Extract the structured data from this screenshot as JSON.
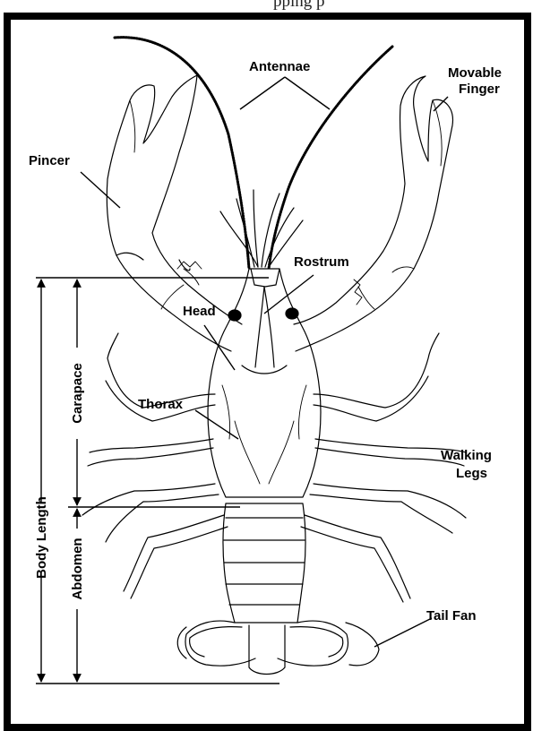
{
  "page_fragment": "pping       p",
  "labels": {
    "antennae": "Antennae",
    "movable_finger_1": "Movable",
    "movable_finger_2": "Finger",
    "pincer": "Pincer",
    "rostrum": "Rostrum",
    "head": "Head",
    "thorax": "Thorax",
    "walking_legs_1": "Walking",
    "walking_legs_2": "Legs",
    "tail_fan": "Tail Fan",
    "carapace": "Carapace",
    "abdomen": "Abdomen",
    "body_length": "Body Length"
  },
  "colors": {
    "line": "#000000",
    "background": "#ffffff"
  }
}
